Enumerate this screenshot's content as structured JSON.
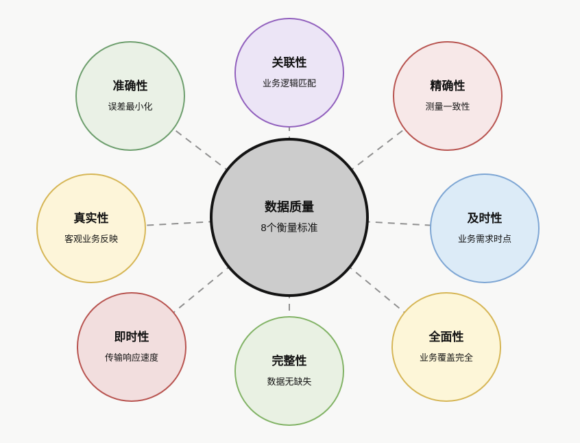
{
  "background": "#f8f8f7",
  "connector_color": "#8f8f8f",
  "center": {
    "title": "数据质量",
    "subtitle": "8个衡量标准",
    "fill": "#cccccc",
    "border": "#141414"
  },
  "nodes": [
    {
      "id": "accuracy",
      "title": "准确性",
      "subtitle": "误差最小化",
      "fill": "#eaf1e6",
      "border": "#6d9e6d"
    },
    {
      "id": "relevance",
      "title": "关联性",
      "subtitle": "业务逻辑匹配",
      "fill": "#ece5f6",
      "border": "#9160bd"
    },
    {
      "id": "precision",
      "title": "精确性",
      "subtitle": "测量一致性",
      "fill": "#f7e8e8",
      "border": "#b85450"
    },
    {
      "id": "truthfulness",
      "title": "真实性",
      "subtitle": "客观业务反映",
      "fill": "#fdf5d9",
      "border": "#d6b656"
    },
    {
      "id": "timeliness",
      "title": "及时性",
      "subtitle": "业务需求时点",
      "fill": "#dcebf7",
      "border": "#7ea6d4"
    },
    {
      "id": "immediacy",
      "title": "即时性",
      "subtitle": "传输响应速度",
      "fill": "#f2dede",
      "border": "#b85450"
    },
    {
      "id": "completeness",
      "title": "完整性",
      "subtitle": "数据无缺失",
      "fill": "#e9f1e3",
      "border": "#82b366"
    },
    {
      "id": "comprehensive",
      "title": "全面性",
      "subtitle": "业务覆盖完全",
      "fill": "#fdf6d8",
      "border": "#d6b656"
    }
  ]
}
